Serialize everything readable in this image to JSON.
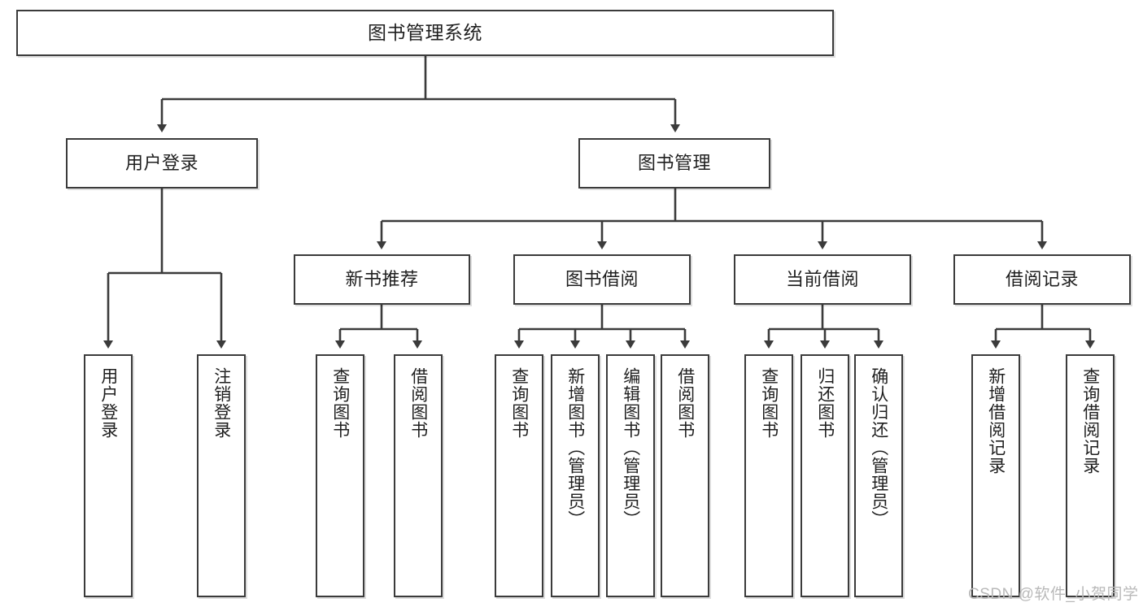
{
  "diagram": {
    "title": "图书管理系统",
    "type": "tree-hierarchy-diagram",
    "root": {
      "label": "图书管理系统"
    },
    "level2": [
      {
        "label": "用户登录"
      },
      {
        "label": "图书管理"
      }
    ],
    "level3": [
      {
        "label": "新书推荐"
      },
      {
        "label": "图书借阅"
      },
      {
        "label": "当前借阅"
      },
      {
        "label": "借阅记录"
      }
    ],
    "leaves": {
      "user_login": [
        {
          "label": "用户登录"
        },
        {
          "label": "注销登录"
        }
      ],
      "new_book_recommend": [
        {
          "label": "查询图书"
        },
        {
          "label": "借阅图书"
        }
      ],
      "book_borrow": [
        {
          "label": "查询图书"
        },
        {
          "label": "新增图书（管理员）"
        },
        {
          "label": "编辑图书（管理员）"
        },
        {
          "label": "借阅图书"
        }
      ],
      "current_borrow": [
        {
          "label": "查询图书"
        },
        {
          "label": "归还图书"
        },
        {
          "label": "确认归还（管理员）"
        }
      ],
      "borrow_record": [
        {
          "label": "新增借阅记录"
        },
        {
          "label": "查询借阅记录"
        }
      ]
    }
  },
  "watermark": {
    "text": "CSDN @软件_小贺同学"
  },
  "colors": {
    "stroke": "#3b3b3b",
    "fill": "#ffffff",
    "text": "#1f1f1f",
    "watermark": "#b9b9b9"
  }
}
